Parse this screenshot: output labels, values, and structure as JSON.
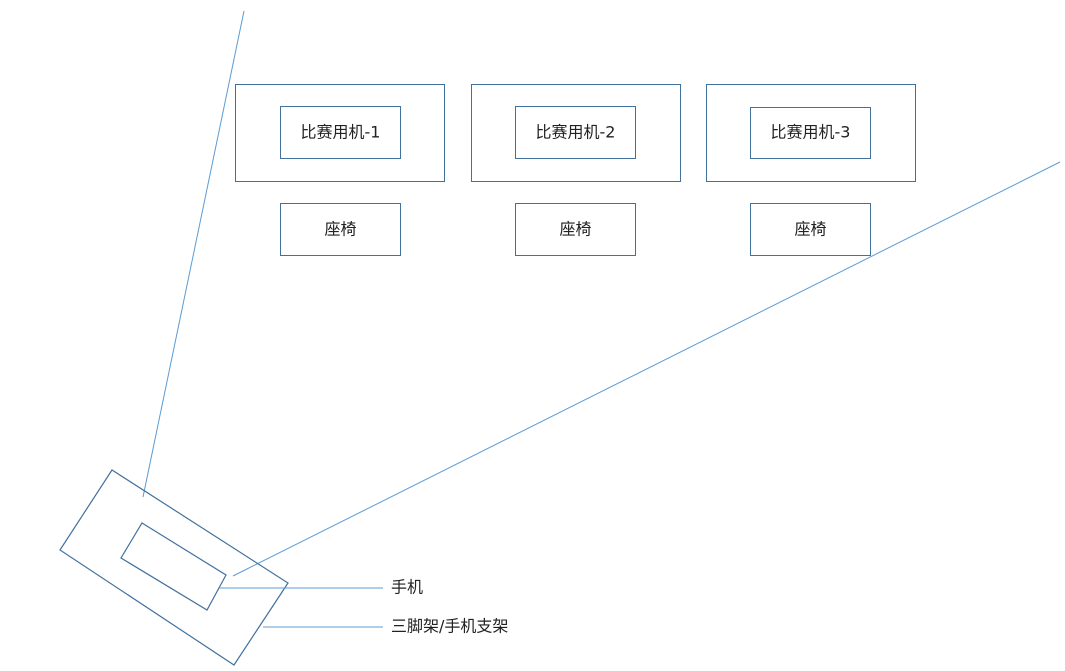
{
  "colors": {
    "stroke": "#41719c",
    "sightline": "#5b9bd5",
    "text": "#222222"
  },
  "stations": [
    {
      "machine_label": "比赛用机-1",
      "seat_label": "座椅"
    },
    {
      "machine_label": "比赛用机-2",
      "seat_label": "座椅"
    },
    {
      "machine_label": "比赛用机-3",
      "seat_label": "座椅"
    }
  ],
  "camera": {
    "phone_label": "手机",
    "mount_label": "三脚架/手机支架"
  }
}
